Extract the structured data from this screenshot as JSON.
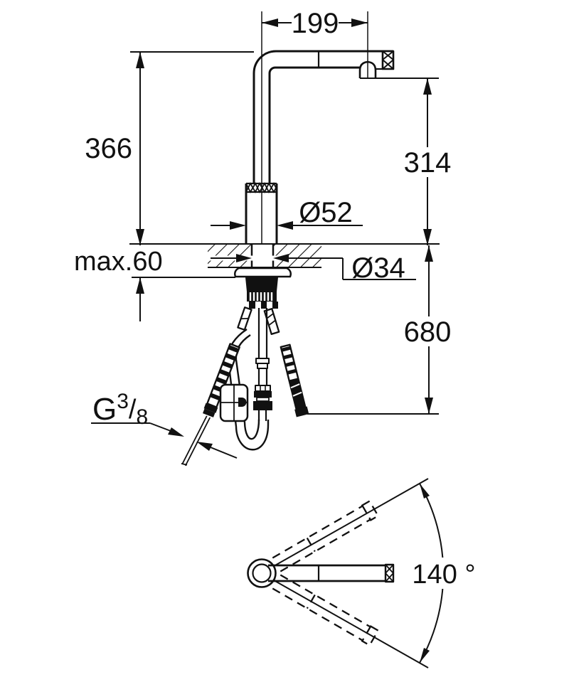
{
  "labels": {
    "spout_reach": "199",
    "spout_height": "366",
    "spout_clearance": "314",
    "body_diameter": "Ø52",
    "max_counter_thickness": "max.60",
    "hole_diameter": "Ø34",
    "hose_length": "680",
    "swivel_angle": "140 °",
    "thread": {
      "letter": "G",
      "numerator": "3",
      "slash": "/",
      "denominator": "8"
    }
  }
}
